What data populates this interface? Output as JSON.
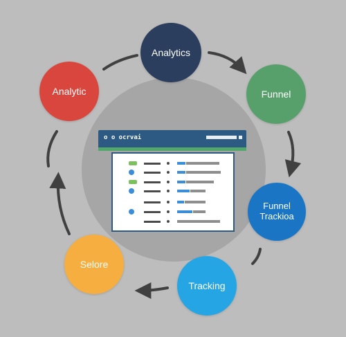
{
  "nodes": {
    "analytics": {
      "label": "Analytics",
      "color": "#2c3e5e"
    },
    "funnel": {
      "label": "Funnel",
      "color": "#58a06b"
    },
    "funnel_tracking": {
      "label_line1": "Funnel",
      "label_line2": "Trackioa",
      "color": "#1a76c4"
    },
    "tracking": {
      "label": "Tracking",
      "color": "#25a5e3"
    },
    "selore": {
      "label": "Selore",
      "color": "#f5ae3f"
    },
    "analytic": {
      "label": "Analytic",
      "color": "#d9463e"
    }
  },
  "dashboard": {
    "title": "o o ocrvai",
    "header_color": "#2d5a82",
    "strip_color": "#52a86a",
    "rows": [
      {
        "icon": "green-bar"
      },
      {
        "icon": "blue-dot"
      },
      {
        "icon": "green-bar"
      },
      {
        "icon": "blue-dot"
      },
      {
        "icon": "none"
      },
      {
        "icon": "blue-dot"
      },
      {
        "icon": "none"
      }
    ]
  },
  "cycle_order": [
    "Analytics",
    "Funnel",
    "Funnel Trackioa",
    "Tracking",
    "Selore",
    "Analytic"
  ]
}
